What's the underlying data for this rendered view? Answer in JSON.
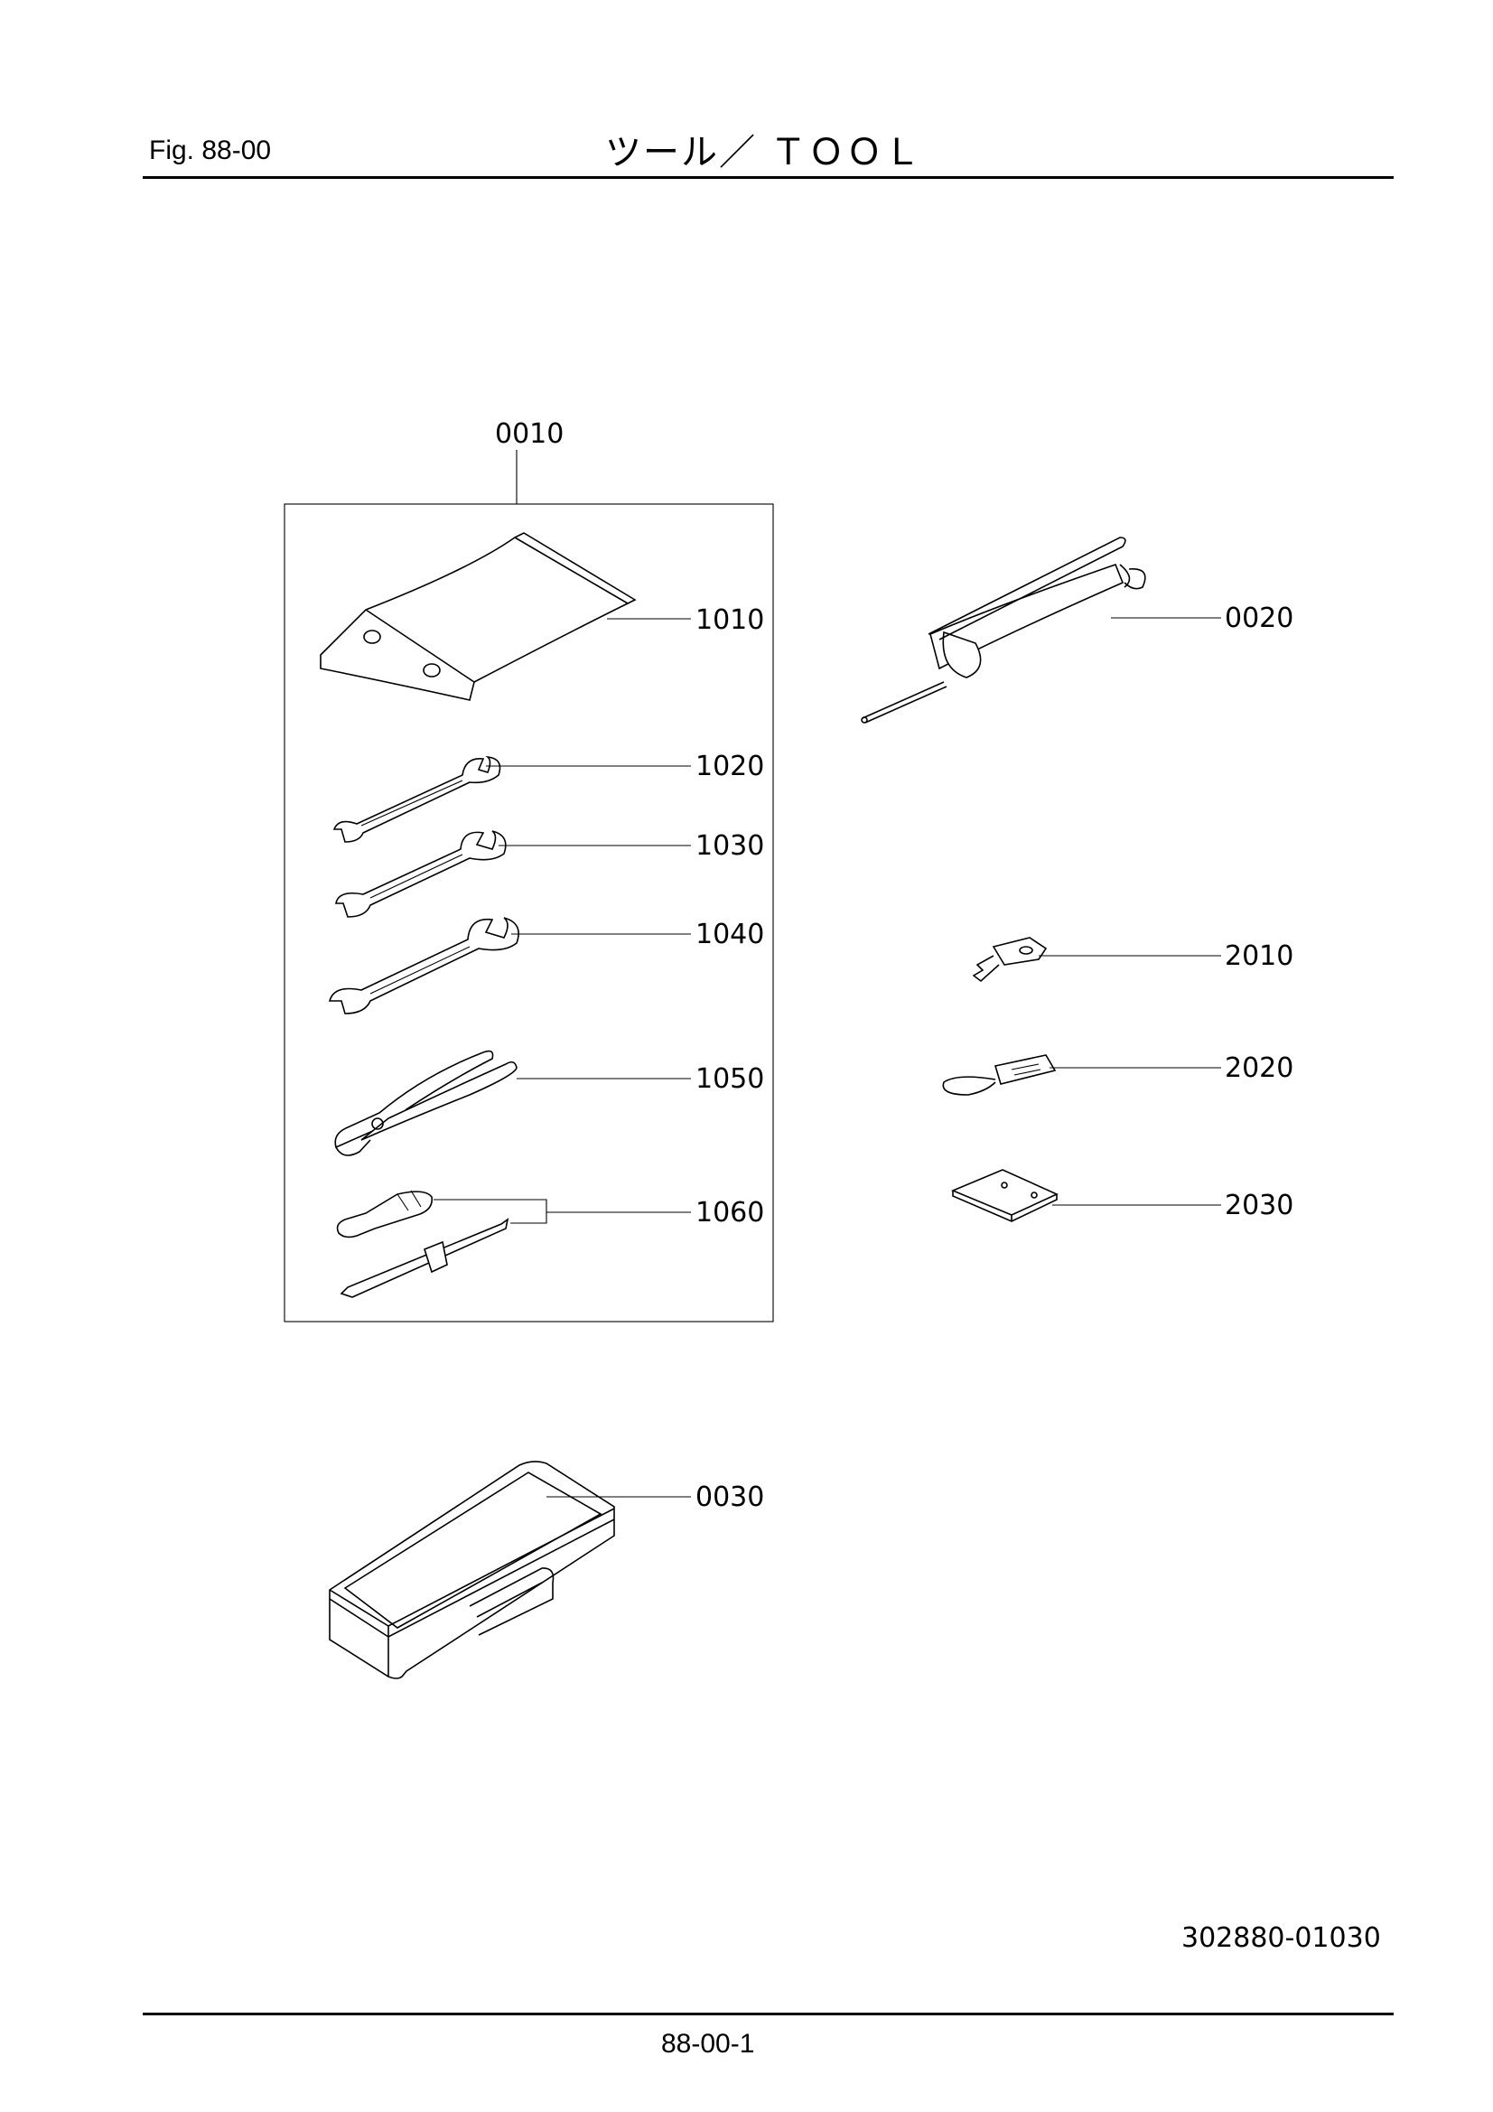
{
  "header": {
    "figure_label": "Fig.  88-00",
    "title": "ツール／ ＴＯＯＬ"
  },
  "callouts": {
    "kit": "0010",
    "bag": "1010",
    "wrench_small": "1020",
    "wrench_medium": "1030",
    "wrench_large": "1040",
    "pliers": "1050",
    "screwdriver": "1060",
    "grease_gun": "0020",
    "key": "2010",
    "tag": "2020",
    "plate": "2030",
    "tool_box": "0030"
  },
  "footer": {
    "drawing_number": "302880-01030",
    "page_number": "88-00-1"
  }
}
